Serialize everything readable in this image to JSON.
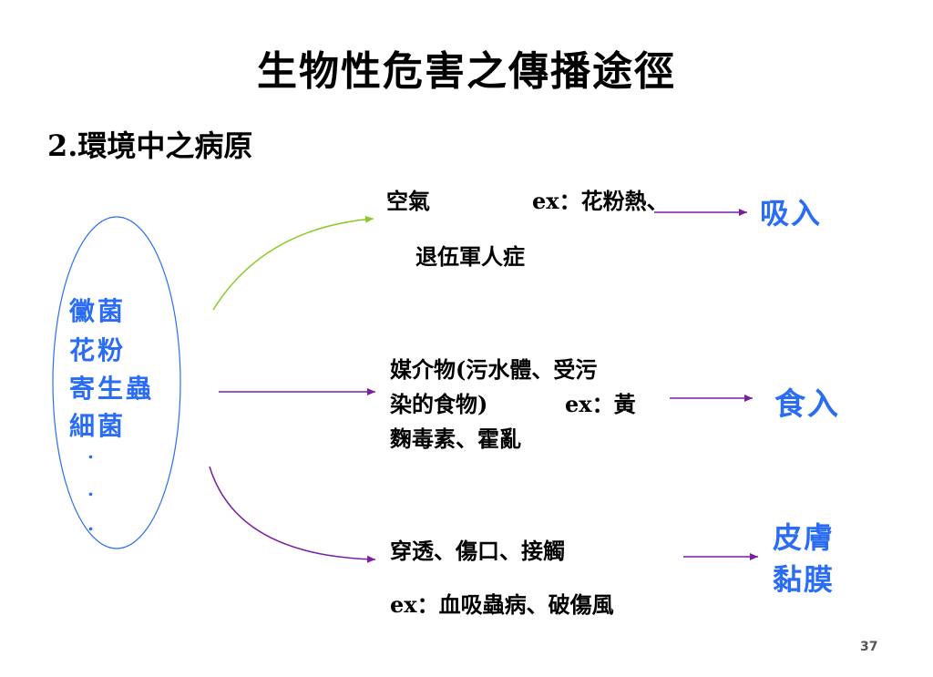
{
  "title": "生物性危害之傳播途徑",
  "subtitle": "2.環境中之病原",
  "pathogens": [
    "黴菌",
    "花粉",
    "寄生蟲",
    "細菌"
  ],
  "dots": [
    ".",
    ".",
    "."
  ],
  "routes": {
    "air": {
      "line1": "空氣",
      "ex": "ex：花粉熱、",
      "line2": "退伍軍人症",
      "result": "吸入"
    },
    "medium": {
      "line1": "媒介物(污水體、受污",
      "line2a": "染的食物)",
      "line2b": "ex：黃",
      "line3": "麴毒素、霍亂",
      "result": "食入"
    },
    "contact": {
      "line1": "穿透、傷口、接觸",
      "line2": "ex：血吸蟲病、破傷風",
      "result_line1": "皮膚",
      "result_line2": "黏膜"
    }
  },
  "colors": {
    "accent": "#2a6df4",
    "oval": "#2a6df4",
    "arrow_green": "#8ac926",
    "arrow_purple": "#7a1fa2"
  },
  "page_number": "37"
}
